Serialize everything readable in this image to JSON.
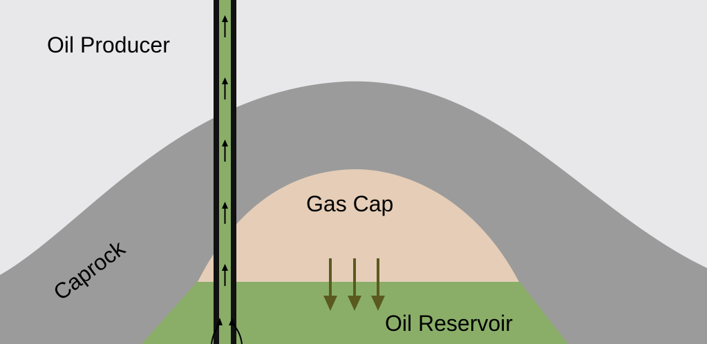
{
  "labels": {
    "well": "Oil Producer",
    "gas": "Gas Cap",
    "caprock": "Caprock",
    "oil": "Oil Reservoir"
  },
  "colors": {
    "background": "#e8e8ea",
    "caprock": "#9b9b9b",
    "gas_cap": "#e5cdb7",
    "oil_reservoir": "#8aae68",
    "well_fill": "#8aae68",
    "well_wall": "#111111",
    "gas_arrows": "#5a5a1e"
  },
  "icons": {
    "flow_up": "up-arrow-icon",
    "gas_down": "down-arrow-icon"
  }
}
